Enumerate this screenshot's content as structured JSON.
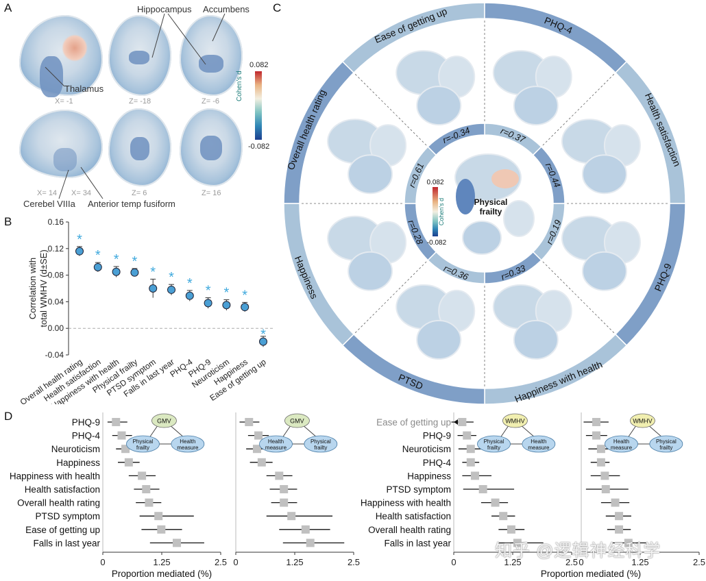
{
  "panel_a": {
    "letter": "A",
    "labels": {
      "hippocampus": "Hippocampus",
      "accumbens": "Accumbens",
      "thalamus": "Thalamus",
      "cerebel": "Cerebel VIIIa",
      "ant_temp": "Anterior temp fusiform"
    },
    "coords": [
      "X= -1",
      "Z= -18",
      "Z= -6",
      "X= 14",
      "X= 34",
      "Z= 6",
      "Z= 16"
    ],
    "colorbar": {
      "max": "0.082",
      "min": "-0.082",
      "label": "Cohen's d"
    }
  },
  "panel_b": {
    "letter": "B",
    "chart_data": {
      "type": "scatter",
      "ylabel": "Correlation with total WMHV (d±SE)",
      "ylim": [
        -0.04,
        0.16
      ],
      "yticks": [
        "0.16",
        "0.12",
        "0.08",
        "0.04",
        "0.00",
        "-0.04"
      ],
      "categories": [
        "Overall health rating",
        "Health satisfaction",
        "Happiness with health",
        "Physical frailty",
        "PTSD symptom",
        "Falls in last year",
        "PHQ-4",
        "PHQ-9",
        "Neuroticism",
        "Happiness",
        "Ease of getting up"
      ],
      "values": [
        0.116,
        0.092,
        0.085,
        0.084,
        0.06,
        0.058,
        0.049,
        0.038,
        0.035,
        0.032,
        -0.02
      ],
      "se": [
        0.007,
        0.007,
        0.008,
        0.006,
        0.014,
        0.008,
        0.008,
        0.008,
        0.008,
        0.007,
        0.008
      ],
      "significance_marker": "*"
    }
  },
  "panel_c": {
    "letter": "C",
    "center_label": "Physical frailty",
    "colorbar": {
      "max": "0.082",
      "min": "-0.082",
      "label": "Cohen's d"
    },
    "ring_labels": [
      "Ease of getting up",
      "PHQ-4",
      "Health satisfaction",
      "PHQ-9",
      "Happiness with health",
      "PTSD",
      "Happiness",
      "Overall health rating"
    ],
    "correlations": [
      "r=0.37",
      "r=0.44",
      "r=0.19",
      "r=0.33",
      "r=0.36",
      "r=0.28",
      "r=0.61",
      "r=-0.34"
    ]
  },
  "panel_d": {
    "letter": "D",
    "xlabel": "Proportion mediated (%)",
    "xticks": [
      "0",
      "1.25",
      "2.5"
    ],
    "watermark": "知乎 @逻辑神经科学",
    "gmv": {
      "mediator": "GMV",
      "categories": [
        "PHQ-9",
        "PHQ-4",
        "Neuroticism",
        "Happiness",
        "Happiness with health",
        "Health satisfaction",
        "Overall health rating",
        "PTSD symptom",
        "Ease of getting up",
        "Falls in last year"
      ],
      "left": {
        "diagram": {
          "mediator": "GMV",
          "source": "Physical frailty",
          "target": "Health measure"
        },
        "values": [
          0.28,
          0.4,
          0.48,
          0.55,
          0.83,
          0.92,
          0.98,
          1.18,
          1.24,
          1.57
        ],
        "lo": [
          0.1,
          0.2,
          0.28,
          0.32,
          0.55,
          0.66,
          0.7,
          0.78,
          0.82,
          1.0
        ],
        "hi": [
          0.52,
          0.62,
          0.72,
          0.78,
          1.12,
          1.2,
          1.24,
          1.93,
          1.68,
          2.15
        ]
      },
      "right": {
        "diagram": {
          "mediator": "GMV",
          "source": "Health measure",
          "target": "Physical frailty"
        },
        "values": [
          0.28,
          0.48,
          0.45,
          0.55,
          0.92,
          1.02,
          1.02,
          1.18,
          1.48,
          1.58
        ],
        "lo": [
          0.08,
          0.26,
          0.22,
          0.3,
          0.65,
          0.72,
          0.75,
          0.65,
          0.92,
          1.0
        ],
        "hi": [
          0.5,
          0.7,
          0.7,
          0.78,
          1.2,
          1.3,
          1.3,
          2.05,
          2.0,
          2.3
        ]
      }
    },
    "wmhv": {
      "mediator": "WMHV",
      "categories": [
        "Ease of getting up",
        "PHQ-9",
        "Neuroticism",
        "PHQ-4",
        "Happiness",
        "PTSD symptom",
        "Happiness with health",
        "Health satisfaction",
        "Overall health rating",
        "Falls in last year"
      ],
      "left": {
        "diagram": {
          "mediator": "WMHV",
          "source": "Physical frailty",
          "target": "Health measure"
        },
        "values": [
          0.18,
          0.28,
          0.36,
          0.36,
          0.45,
          0.62,
          0.88,
          1.05,
          1.22,
          1.35
        ],
        "lo": [
          -0.05,
          0.08,
          0.1,
          0.18,
          0.18,
          0.2,
          0.58,
          0.8,
          0.95,
          0.95
        ],
        "hi": [
          0.42,
          0.48,
          0.6,
          0.54,
          0.8,
          1.28,
          1.15,
          1.3,
          1.5,
          1.9
        ]
      },
      "right": {
        "diagram": {
          "mediator": "WMHV",
          "source": "Health measure",
          "target": "Physical frailty"
        },
        "values": [
          0.32,
          0.32,
          0.42,
          0.42,
          0.5,
          0.52,
          0.72,
          0.8,
          0.8,
          1.0
        ],
        "lo": [
          0.05,
          0.1,
          0.15,
          0.2,
          0.2,
          0.1,
          0.42,
          0.52,
          0.55,
          0.65
        ],
        "hi": [
          0.58,
          0.55,
          0.68,
          0.6,
          0.82,
          1.0,
          1.02,
          1.06,
          1.05,
          1.4
        ]
      }
    }
  },
  "colors": {
    "point": "#4a9fd4",
    "asterisk": "#3fa9dd",
    "ring_dark": "#7f9fc7",
    "ring_light": "#a9c3d9",
    "square": "#c0c0c0",
    "gmv_node": "#dbe9c1",
    "wmhv_node": "#f1efb0",
    "blue_node": "#b8d6ee"
  }
}
